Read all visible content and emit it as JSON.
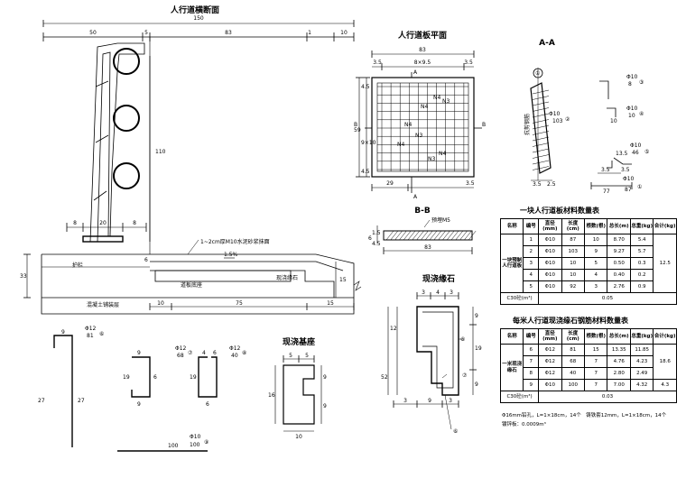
{
  "titles": {
    "cross_section": "人行道横断面",
    "slab_plan": "人行道板平面",
    "section_aa": "A-A",
    "section_bb": "B-B",
    "curb": "现浇缘石",
    "base": "现浇基座"
  },
  "cross_section": {
    "dims_top": [
      "50",
      "5",
      "150",
      "83",
      "1",
      "10"
    ],
    "dim_110": "110",
    "dims_bottom": [
      "8",
      "20",
      "8"
    ],
    "dim_6": "6",
    "dim_33": "33",
    "dim_15": "15",
    "dims_base": [
      "10",
      "75",
      "15"
    ],
    "mortar": "1~2cm厚M10水泥砂浆抹面",
    "slope": "1.5%",
    "railing": "护栏",
    "slab_base": "道板底座",
    "curb": "现浇缘石",
    "deck": "混凝土铺装层"
  },
  "slab_plan": {
    "dim_83": "83",
    "dim_spacing": "8×9.5",
    "dim_35_l": "3.5",
    "dim_35_r": "3.5",
    "dim_59": "59",
    "dim_9x10": "9×10",
    "dim_45_t": "4.5",
    "dim_45_b": "4.5",
    "dim_29": "29",
    "dim_35_b": "3.5",
    "marks": [
      "N4",
      "N4",
      "N4",
      "N3",
      "N3",
      "N3",
      "N4",
      "N4"
    ],
    "a_label": "A",
    "b_label": "B"
  },
  "section_aa": {
    "c1": "①",
    "c2": "②",
    "c3": "③",
    "c4": "④",
    "c5": "⑤",
    "side_label": "抗剪钢筋",
    "phi10_2": "Φ10",
    "n103": "103",
    "phi10_3": "Φ10",
    "n8": "8",
    "phi10_4": "Φ10",
    "n10": "10",
    "n10b": "10",
    "phi10_5": "Φ10",
    "n46": "46",
    "n135": "13.5",
    "n35a": "3.5",
    "n35b": "3.5",
    "n77": "77",
    "phi10_1": "Φ10",
    "n87": "87",
    "n35": "3.5",
    "n25": "2.5"
  },
  "section_bb": {
    "label": "预埋M5",
    "dim_83": "83",
    "d6": "6",
    "d45": "4.5",
    "d15": "1.5"
  },
  "curb": {
    "dims_top": [
      "3",
      "4",
      "3"
    ],
    "dims_bottom": [
      "3",
      "9",
      "3"
    ],
    "left": [
      "12",
      "52"
    ],
    "right": [
      "9",
      "19",
      "9"
    ],
    "circles": [
      "⑧",
      "⑦",
      "⑥"
    ]
  },
  "base": {
    "dims": [
      "5",
      "5"
    ],
    "side": "16",
    "r": [
      "9",
      "9"
    ],
    "bottom": "10"
  },
  "bars": {
    "bar6": {
      "dim_9": "9",
      "label": "Φ12",
      "n": "81",
      "c": "⑥",
      "h1": "27",
      "h2": "27"
    },
    "bar7": {
      "label": "Φ12",
      "n": "68",
      "c": "⑦",
      "d9": "9",
      "d19": "19",
      "d6": "6",
      "d9b": "9"
    },
    "bar8": {
      "label": "Φ12",
      "n": "40",
      "c": "⑧",
      "d4": "4",
      "d6": "6",
      "d19": "19",
      "d6b": "6"
    },
    "bar9": {
      "label": "Φ10",
      "n": "100",
      "c": "⑨",
      "d100": "100"
    }
  },
  "table1": {
    "title": "一块人行道板材料数量表",
    "headers": [
      "名称",
      "编号",
      "直径(mm)",
      "长度(cm)",
      "根数(根)",
      "总长(m)",
      "总重(kg)",
      "合计(kg)"
    ],
    "name": "一块预制人行道板",
    "rows": [
      [
        "1",
        "Φ10",
        "87",
        "10",
        "8.70",
        "5.4"
      ],
      [
        "2",
        "Φ10",
        "103",
        "9",
        "9.27",
        "5.7"
      ],
      [
        "3",
        "Φ10",
        "10",
        "5",
        "0.50",
        "0.3"
      ],
      [
        "4",
        "Φ10",
        "10",
        "4",
        "0.40",
        "0.2"
      ],
      [
        "5",
        "Φ10",
        "92",
        "3",
        "2.76",
        "0.9"
      ]
    ],
    "total": "12.5",
    "concrete_label": "C30砼(m³)",
    "concrete": "0.05"
  },
  "table2": {
    "title": "每米人行道现浇缘石钢筋材料数量表",
    "headers": [
      "名称",
      "编号",
      "直径(mm)",
      "长度(cm)",
      "根数(根)",
      "总长(m)",
      "总重(kg)",
      "合计(kg)"
    ],
    "name": "一米现浇缘石",
    "rows": [
      [
        "6",
        "Φ12",
        "81",
        "15",
        "13.35",
        "11.85"
      ],
      [
        "7",
        "Φ12",
        "68",
        "7",
        "4.76",
        "4.23"
      ],
      [
        "8",
        "Φ12",
        "40",
        "7",
        "2.80",
        "2.49"
      ],
      [
        "9",
        "Φ10",
        "100",
        "7",
        "7.00",
        "4.32"
      ]
    ],
    "total1": "18.6",
    "total2": "4.3",
    "concrete_label": "C30砼(m³)",
    "concrete": "0.03",
    "note1": "Φ16mm铅孔，L=1×18cm，14个　铸铁套12mm，L=1×18cm，14个",
    "note2": "镀锌板：0.0009m³"
  }
}
